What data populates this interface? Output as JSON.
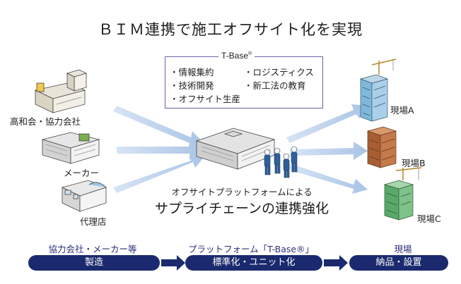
{
  "title": "ＢＩＭ連携で施工オフサイト化を実現",
  "tbase": {
    "label": "T-Base",
    "mark": "®",
    "items_left": [
      "・情報集約",
      "・技術開発",
      "・オフサイト生産"
    ],
    "items_right": [
      "・ロジスティクス",
      "・新工法の教育"
    ]
  },
  "sources": [
    {
      "label": "高和会・協力会社"
    },
    {
      "label": "メーカー"
    },
    {
      "label": "代理店"
    }
  ],
  "sites": [
    {
      "label": "現場A"
    },
    {
      "label": "現場B"
    },
    {
      "label": "現場C"
    }
  ],
  "center": {
    "sub": "オフサイトプラットフォームによる",
    "main": "サプライチェーンの連携強化"
  },
  "flow": {
    "stages": [
      {
        "label": "協力会社・メーカー等",
        "pill": "製造"
      },
      {
        "label": "プラットフォーム「T-Base®」",
        "pill": "標準化・ユニット化"
      },
      {
        "label": "現場",
        "pill": "納品・設置"
      }
    ]
  },
  "colors": {
    "arrow": "#bfd3ec",
    "pill": "#1b2a6e",
    "box_border": "#6d62a8",
    "glass": "#7fb8d8",
    "brick": "#b86a3c",
    "green": "#5aa86a"
  }
}
